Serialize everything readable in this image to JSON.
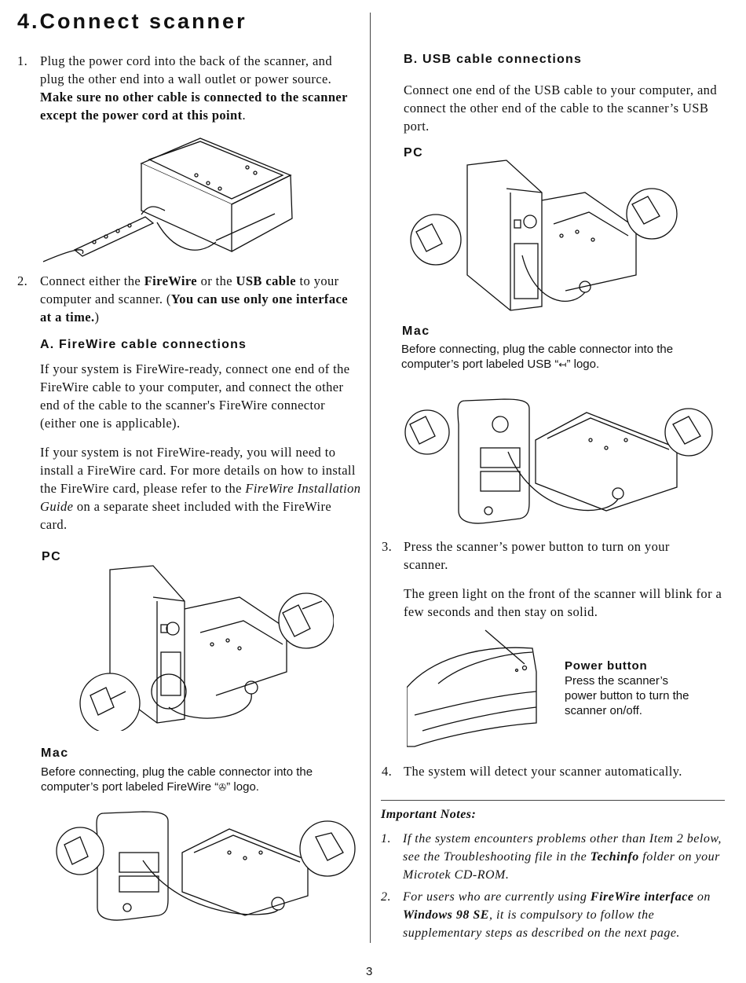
{
  "title": "4.Connect scanner",
  "page_number": "3",
  "left": {
    "step1": {
      "num": "1.",
      "text": "Plug the power cord into the back of the scanner, and plug the other end into a wall outlet or power source.",
      "bold": "Make sure no other cable is connected to the scanner except the power cord at this point",
      "end": "."
    },
    "step2": {
      "num": "2.",
      "t1": "Connect either the ",
      "b1": "FireWire",
      "t2": " or the ",
      "b2": "USB cable",
      "t3": " to your computer and scanner. (",
      "b3": "You can use only one interface at a time.",
      "t4": ")"
    },
    "firewire_heading": "A. FireWire cable connections",
    "fw_p1": "If your system is FireWire-ready, connect one end of the FireWire cable to your computer, and connect the other end of the cable to the scanner's FireWire connector (either one is applicable).",
    "fw_p2_a": "If your system is not FireWire-ready, you will need to install a FireWire card. For more details on how to install the FireWire card, please refer to the ",
    "fw_p2_i": "FireWire Installation Guide",
    "fw_p2_b": " on a separate sheet included with the FireWire card.",
    "pc_label": "PC",
    "mac_label": "Mac",
    "mac_caption_a": "Before connecting, plug the cable connector into the computer’s port labeled FireWire “",
    "mac_caption_b": "” logo."
  },
  "right": {
    "usb_heading": "B. USB cable connections",
    "usb_p": "Connect one end of the USB cable to your computer, and connect the other end of the cable to the scanner’s USB port.",
    "pc_label": "PC",
    "mac_label": "Mac",
    "mac_caption_a": "Before connecting, plug the cable connector into the computer’s port labeled USB “",
    "mac_caption_b": "” logo.",
    "step3": {
      "num": "3.",
      "text": "Press the scanner’s power button to turn on your scanner.",
      "p2": "The green light on the front of the scanner will blink for a few seconds and then stay on solid."
    },
    "power_button": {
      "title": "Power button",
      "desc": "Press the scanner’s power button to turn the scanner on/off."
    },
    "step4": {
      "num": "4.",
      "text": "The system will detect your scanner automatically."
    },
    "notes_title": "Important Notes:",
    "note1": {
      "num": "1.",
      "a": "If the system encounters problems other than Item 2 below, see the Troubleshooting file in the ",
      "b": "Techinfo",
      "c": " folder on your Microtek CD-ROM."
    },
    "note2": {
      "num": "2.",
      "a": "For users who are currently using ",
      "b": "FireWire interface",
      "c": " on ",
      "d": "Windows 98 SE",
      "e": ", it is compulsory to follow the supplementary steps as described on the next page."
    }
  },
  "icons": {
    "firewire": "firewire-logo-icon",
    "usb": "usb-logo-icon"
  }
}
